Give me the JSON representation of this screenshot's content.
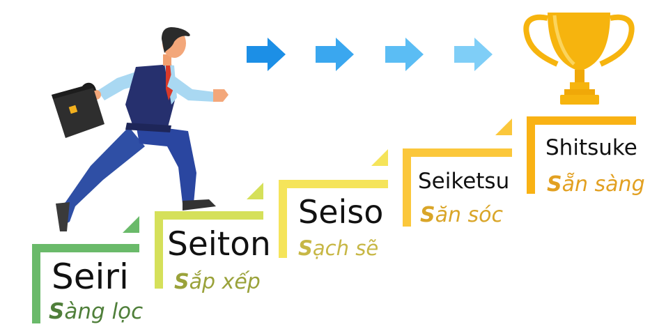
{
  "steps": [
    {
      "title": "Seiri",
      "sub_first": "S",
      "sub_rest": "àng lọc",
      "color": "#6aba6a"
    },
    {
      "title": "Seiton",
      "sub_first": "S",
      "sub_rest": "ắp xếp",
      "color": "#d5e05a"
    },
    {
      "title": "Seiso",
      "sub_first": "S",
      "sub_rest": "ạch sẽ",
      "color": "#f5e45a"
    },
    {
      "title": "Seiketsu",
      "sub_first": "S",
      "sub_rest": "ăn sóc",
      "color": "#fbc73b"
    },
    {
      "title": "Shitsuke",
      "sub_first": "S",
      "sub_rest": "ẵn sàng",
      "color": "#f9b214"
    }
  ],
  "arrows": {
    "colors": [
      "#1c8fe6",
      "#3aa7ef",
      "#5bbdf4",
      "#7fcef7"
    ]
  },
  "icons": [
    "businessman-icon",
    "briefcase-icon",
    "trophy-icon",
    "arrow-right-icon"
  ],
  "colors": {
    "trophy": "#f6b40e",
    "suit": "#26306e",
    "pants": "#2f4fa5",
    "shirt": "#a9d8f2",
    "tie": "#d93a2a"
  }
}
